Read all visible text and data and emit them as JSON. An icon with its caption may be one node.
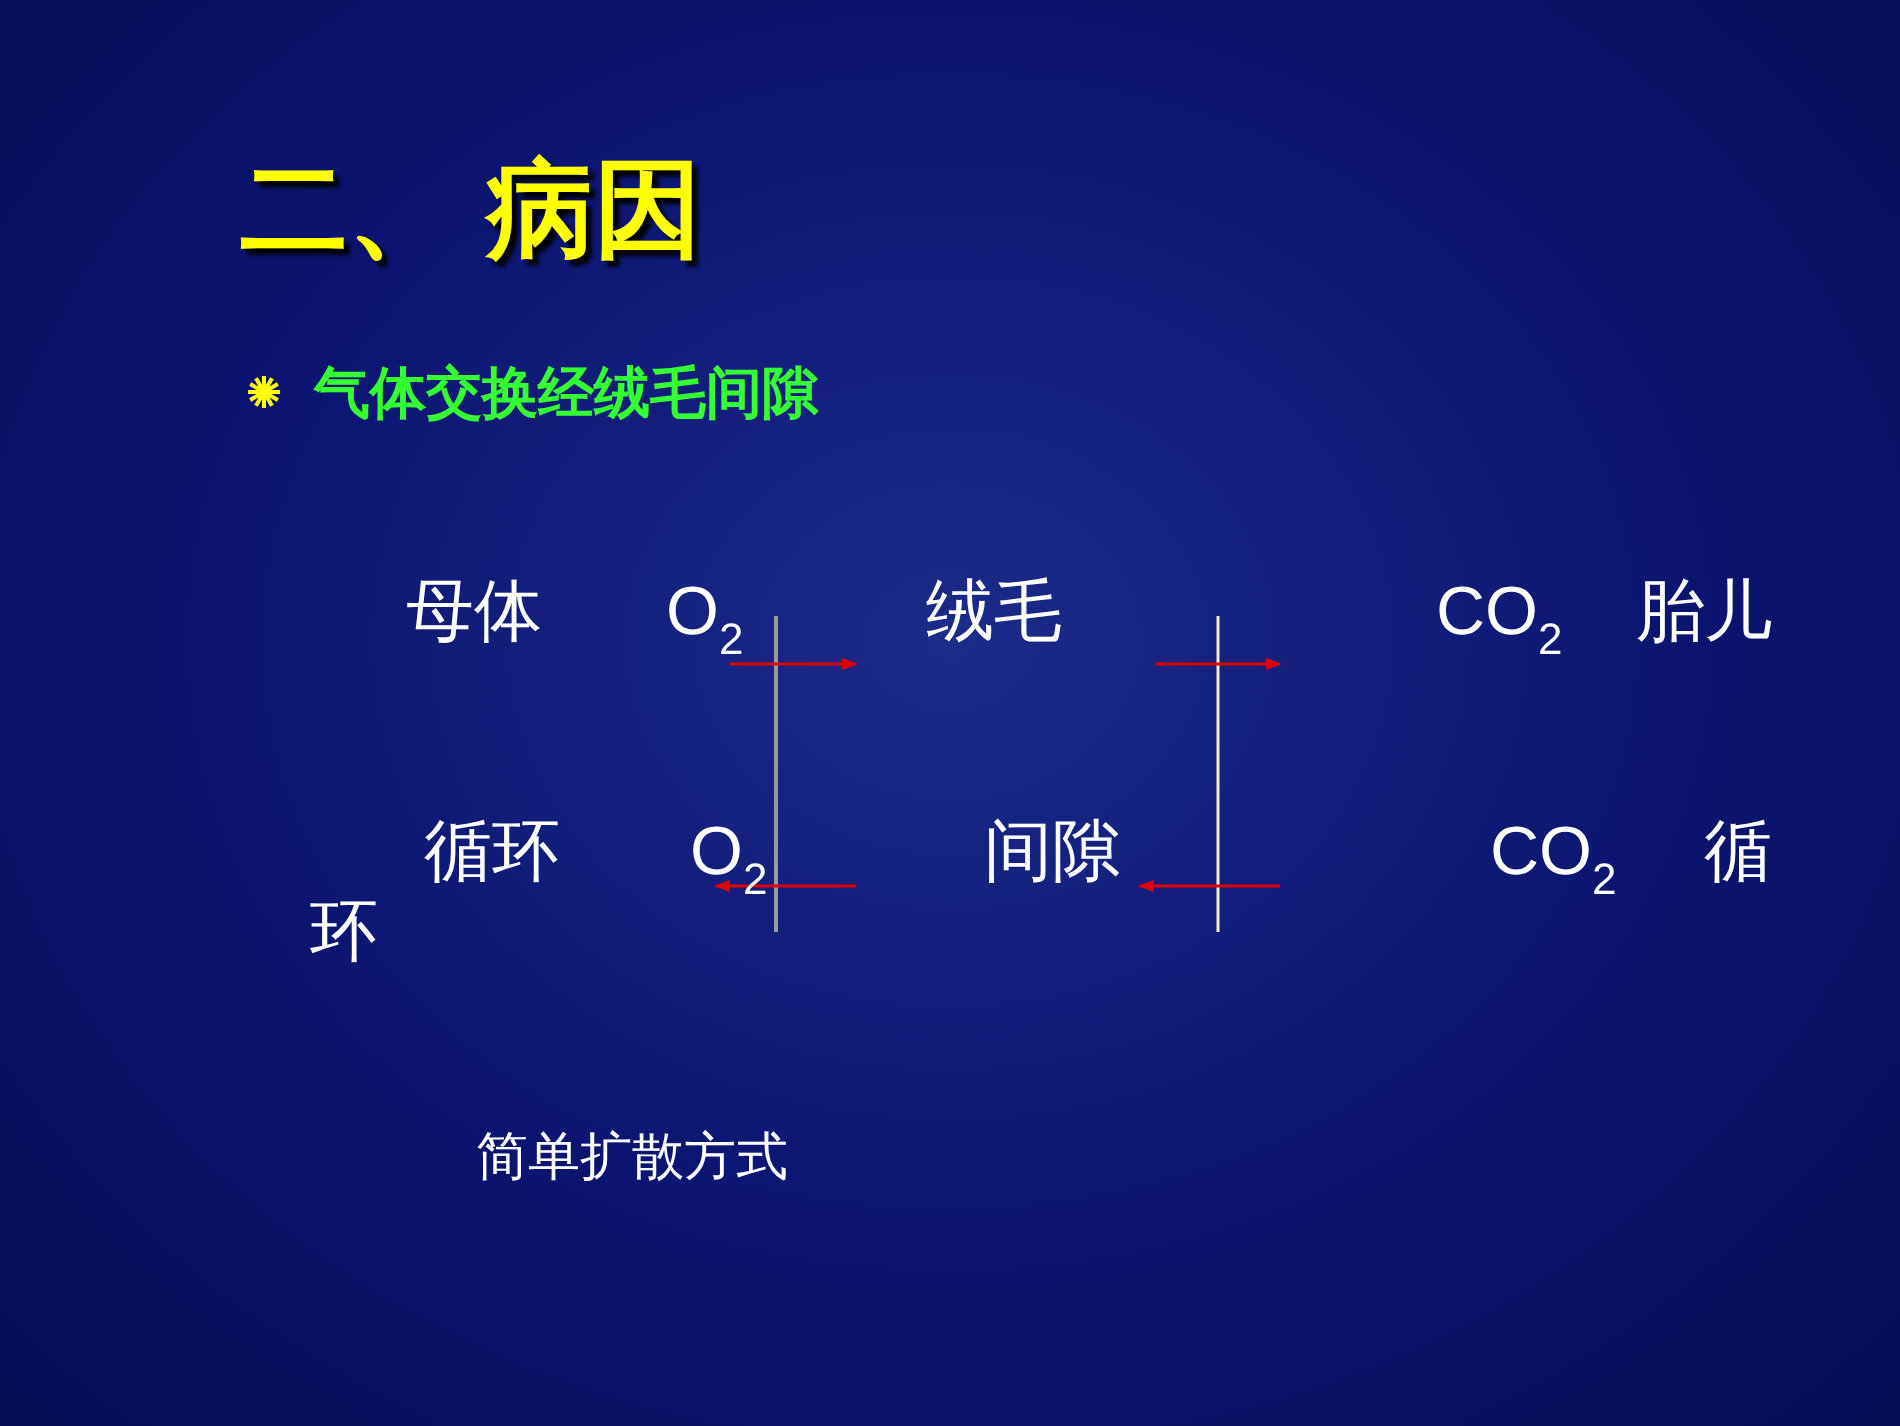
{
  "diagram": {
    "title": "二、 病因",
    "labels": [
      "气体交换经绒毛间隙",
      "母体",
      "O$_{2}$",
      "绒毛",
      "CO$_{2}$",
      "胎儿",
      "循环",
      "O$_{2}$",
      "间隙",
      "CO$_{2}$",
      "循环",
      "简单扩散方式"
    ]
  }
}
